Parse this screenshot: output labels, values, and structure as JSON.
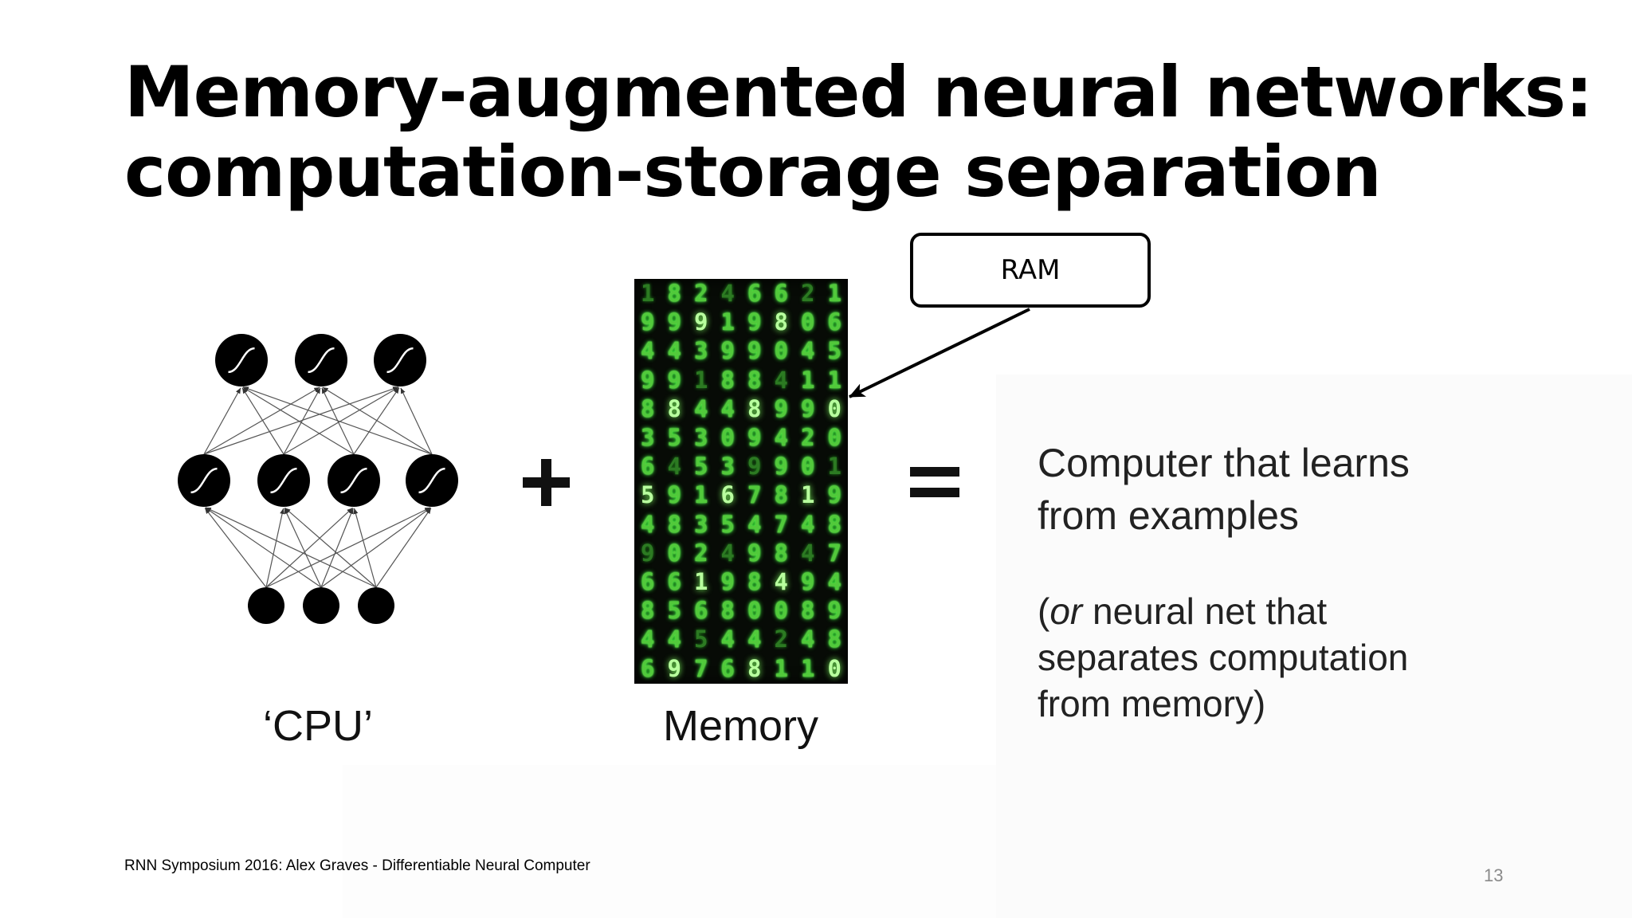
{
  "slide": {
    "title_line1": "Memory-augmented neural networks:",
    "title_line2": "computation-storage separation",
    "callout_label": "RAM",
    "cpu_label": "‘CPU’",
    "plus_symbol": "+",
    "equals_symbol": "=",
    "memory_label": "Memory",
    "description_line1": "Computer that learns",
    "description_line2": "from examples",
    "description_sub_prefix": "(",
    "description_sub_italic": "or",
    "description_sub_line1_rest": " neural net that",
    "description_sub_line2": "separates computation",
    "description_sub_line3": "from memory)",
    "footer_citation": "RNN Symposium 2016: Alex Graves - Differentiable Neural Computer",
    "page_number": "13"
  },
  "memory_grid": [
    "18246621",
    "99919806",
    "44399045",
    "99188411",
    "88448990",
    "35309420",
    "64539901",
    "59167819",
    "48354748",
    "90249847",
    "66198494",
    "85680089",
    "44544248",
    "69768110"
  ],
  "network": {
    "output_node_icon": "sigmoid-icon",
    "hidden_node_icon": "sigmoid-icon",
    "input_node_icon": "input-node-icon",
    "output_nodes": 3,
    "hidden_nodes": 4,
    "input_nodes": 3
  },
  "colors": {
    "memory_background": "#070b06",
    "memory_digit": "#52c93b",
    "node_fill": "#000000",
    "text": "#000000",
    "page_number": "#8a8a8a"
  }
}
